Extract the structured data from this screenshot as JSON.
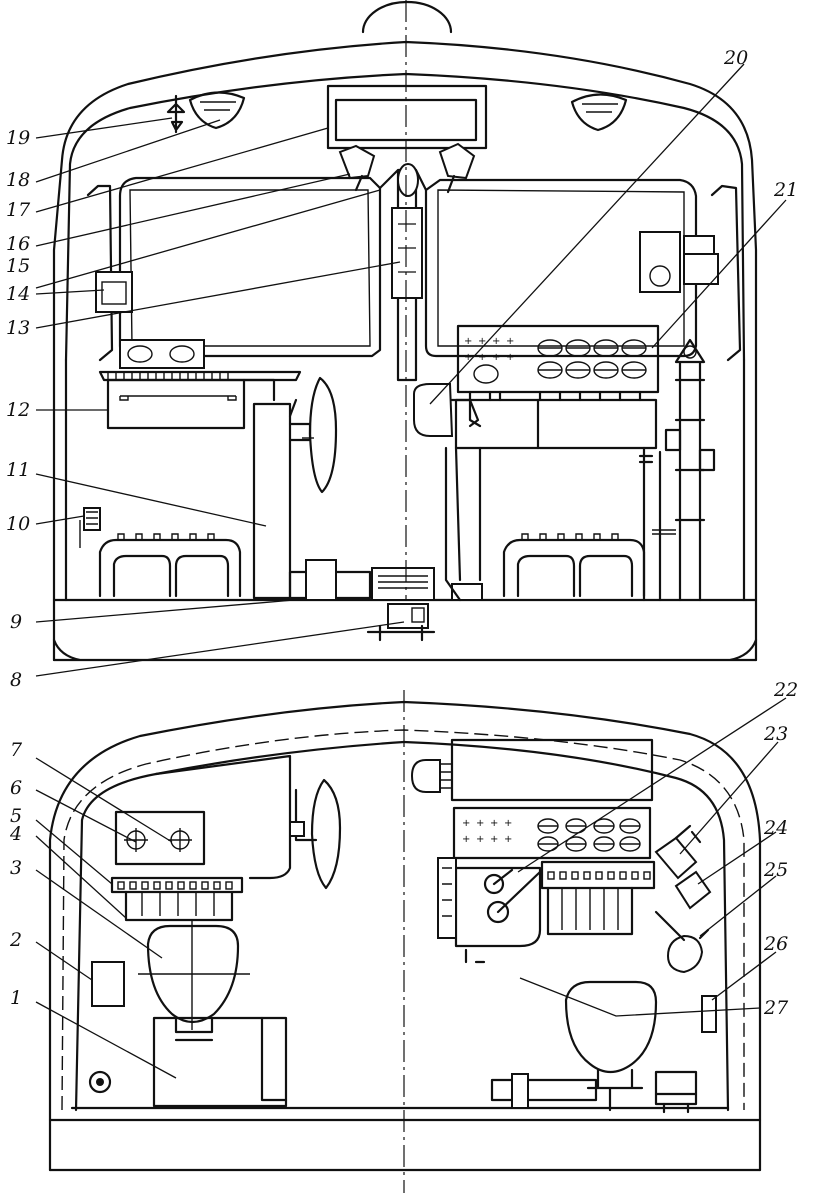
{
  "callouts": [
    {
      "id": "1",
      "text": "1"
    },
    {
      "id": "2",
      "text": "2"
    },
    {
      "id": "3",
      "text": "3"
    },
    {
      "id": "4",
      "text": "4"
    },
    {
      "id": "5",
      "text": "5"
    },
    {
      "id": "6",
      "text": "6"
    },
    {
      "id": "7",
      "text": "7"
    },
    {
      "id": "8",
      "text": "8"
    },
    {
      "id": "9",
      "text": "9"
    },
    {
      "id": "10",
      "text": "10"
    },
    {
      "id": "11",
      "text": "11"
    },
    {
      "id": "12",
      "text": "12"
    },
    {
      "id": "13",
      "text": "13"
    },
    {
      "id": "14",
      "text": "14"
    },
    {
      "id": "15",
      "text": "15"
    },
    {
      "id": "16",
      "text": "16"
    },
    {
      "id": "17",
      "text": "17"
    },
    {
      "id": "18",
      "text": "18"
    },
    {
      "id": "19",
      "text": "19"
    },
    {
      "id": "20",
      "text": "20"
    },
    {
      "id": "21",
      "text": "21"
    },
    {
      "id": "22",
      "text": "22"
    },
    {
      "id": "23",
      "text": "23"
    },
    {
      "id": "24",
      "text": "24"
    },
    {
      "id": "25",
      "text": "25"
    },
    {
      "id": "26",
      "text": "26"
    },
    {
      "id": "27",
      "text": "27"
    }
  ],
  "panel_symbols": {
    "plus": "+",
    "cross": "×"
  },
  "colors": {
    "line": "#111111",
    "background": "#ffffff"
  }
}
